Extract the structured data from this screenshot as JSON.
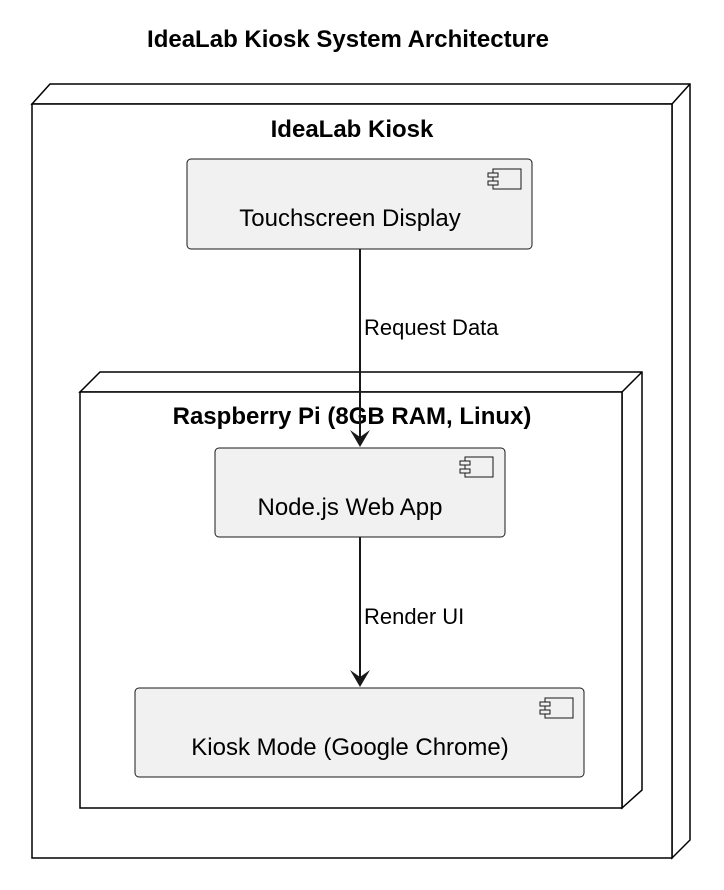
{
  "diagram": {
    "title": "IdeaLab Kiosk System Architecture",
    "nodes": {
      "outer": {
        "label": "IdeaLab Kiosk"
      },
      "inner": {
        "label": "Raspberry Pi (8GB RAM, Linux)"
      }
    },
    "components": {
      "touchscreen": {
        "label": "Touchscreen Display"
      },
      "webapp": {
        "label": "Node.js Web App"
      },
      "kiosk": {
        "label": "Kiosk Mode (Google Chrome)"
      }
    },
    "edges": {
      "request": {
        "label": "Request Data",
        "from": "Touchscreen Display",
        "to": "Node.js Web App"
      },
      "render": {
        "label": "Render UI",
        "from": "Node.js Web App",
        "to": "Kiosk Mode (Google Chrome)"
      }
    },
    "colors": {
      "component_fill": "#f1f1f1",
      "stroke": "#181818",
      "background": "#ffffff"
    }
  }
}
